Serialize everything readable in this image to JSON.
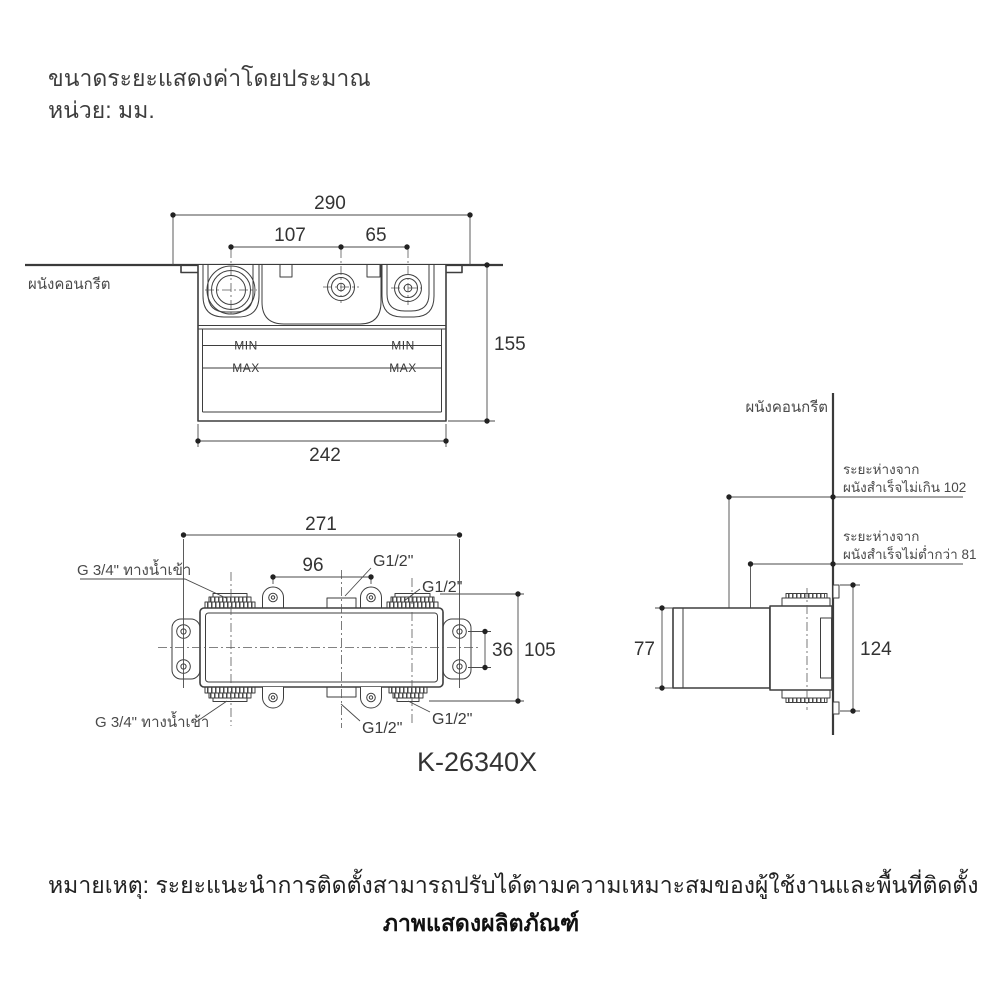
{
  "header": {
    "line1": "ขนาดระยะแสดงค่าโดยประมาณ",
    "line2": "หน่วย: มม."
  },
  "top_view": {
    "wall_label": "ผนังคอนกรีต",
    "min_label": "MIN",
    "max_label": "MAX",
    "dims": {
      "overall_width": "290",
      "left_port_spacing": "107",
      "right_port_spacing": "65",
      "depth": "155",
      "body_width": "242"
    }
  },
  "front_view": {
    "dims": {
      "mount_span": "271",
      "outlet_spacing": "96",
      "screw_spacing": "36",
      "overall_height": "105"
    },
    "labels": {
      "inlet_top": "G 3/4\" ทางน้ำเข้า",
      "inlet_bottom": "G 3/4\" ทางน้ำเข้า",
      "outlet_center_top": "G1/2\"",
      "outlet_right_top": "G1/2\"",
      "outlet_center_bottom": "G1/2\"",
      "outlet_right_bottom": "G1/2\""
    }
  },
  "side_view": {
    "wall_label": "ผนังคอนกรีต",
    "note_max": {
      "line1": "ระยะห่างจาก",
      "line2": "ผนังสำเร็จไม่เกิน 102"
    },
    "note_min": {
      "line1": "ระยะห่างจาก",
      "line2": "ผนังสำเร็จไม่ต่ำกว่า 81"
    },
    "dims": {
      "depth": "77",
      "height": "124"
    }
  },
  "model_number": "K-26340X",
  "footer": {
    "note": "หมายเหตุ: ระยะแนะนำการติดตั้งสามารถปรับได้ตามความเหมาะสมของผู้ใช้งานและพื้นที่ติดตั้ง",
    "caption": "ภาพแสดงผลิตภัณฑ์"
  },
  "colors": {
    "background": "#ffffff",
    "line": "#3e3e3e",
    "text": "#333333"
  }
}
